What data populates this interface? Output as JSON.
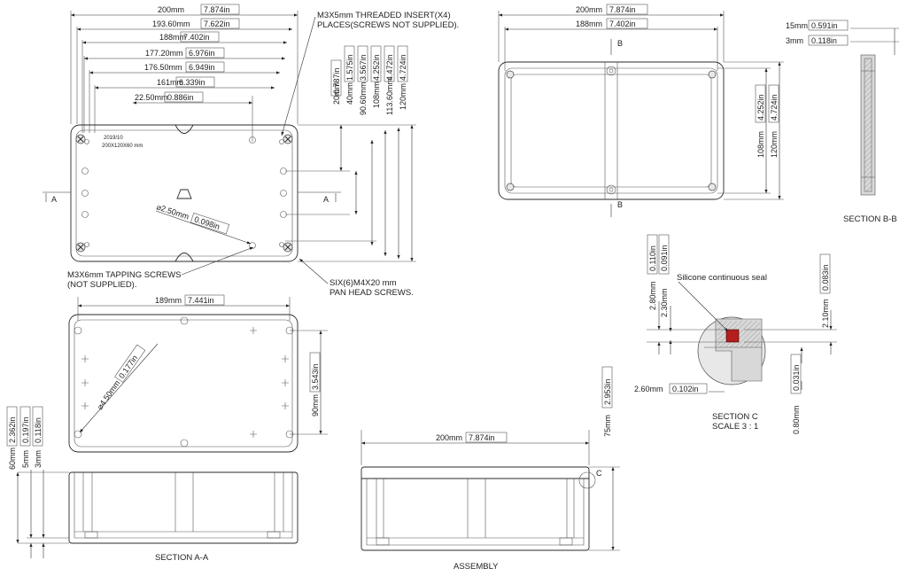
{
  "view1": {
    "dims_h": [
      "200mm",
      "7.874in",
      "193.60mm",
      "7.622in",
      "188mm",
      "7.402in",
      "177.20mm",
      "6.976in",
      "176.50mm",
      "6.949in",
      "161mm",
      "6.339in",
      "22.50mm",
      "0.886in"
    ],
    "dims_v": [
      "20mm",
      "0.787in",
      "40mm",
      "1.575in",
      "90.60mm",
      "3.567in",
      "108mm",
      "4.252in",
      "113.60mm",
      "4.472in",
      "120mm",
      "4.724in"
    ],
    "lid_text_1": "2019/10",
    "lid_text_2": "200X120X60 mm",
    "hole_dia": "2.50mm",
    "hole_dia_in": "0.098in",
    "insert_note_1": "M3X5mm THREADED INSERT(X4)",
    "insert_note_2": "PLACES(SCREWS NOT SUPPLIED).",
    "tapping_note_1": "M3X6mm TAPPING SCREWS",
    "tapping_note_2": "(NOT SUPPLIED).",
    "pan_note_1": "SIX(6)M4X20 mm",
    "pan_note_2": "PAN HEAD SCREWS.",
    "section_mark": "A"
  },
  "view2": {
    "dims": [
      "200mm",
      "7.874in",
      "188mm",
      "7.402in",
      "108mm",
      "4.252in",
      "120mm",
      "4.724in"
    ],
    "section_mark": "B"
  },
  "view3": {
    "dims": [
      "15mm",
      "0.591in",
      "3mm",
      "0.118in"
    ],
    "title": "SECTION B-B"
  },
  "view4": {
    "dims": [
      "2.80mm",
      "0.110in",
      "2.30mm",
      "0.091in",
      "2.10mm",
      "0.083in",
      "2.60mm",
      "0.102in",
      "0.80mm",
      "0.031in"
    ],
    "seal_label": "Silicone continuous seal",
    "title": "SECTION C",
    "scale": "SCALE 3 : 1"
  },
  "view5": {
    "dims": [
      "189mm",
      "7.441in",
      "90mm",
      "3.543in",
      "4.50mm",
      "0.177in"
    ]
  },
  "view6": {
    "dims": [
      "60mm",
      "2.362in",
      "5mm",
      "0.197in",
      "3mm",
      "0.118in"
    ],
    "title": "SECTION A-A"
  },
  "view7": {
    "dims": [
      "200mm",
      "7.874in",
      "75mm",
      "2.953in"
    ],
    "detail_mark": "C",
    "title": "ASSEMBLY"
  }
}
